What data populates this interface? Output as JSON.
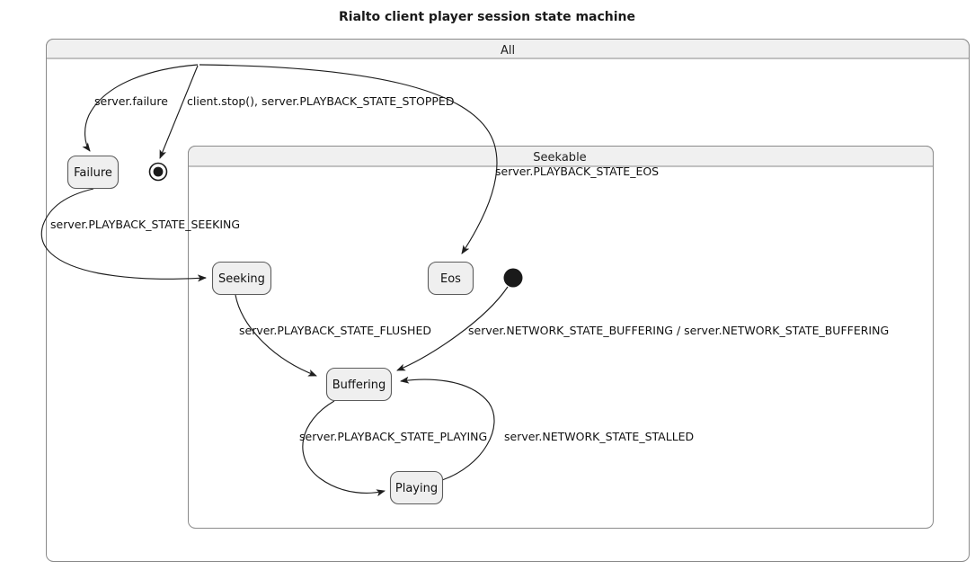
{
  "diagram": {
    "title": "Rialto client player session state machine",
    "type": "state-machine",
    "colors": {
      "state_fill": "#efefef",
      "state_border": "#5c5c5c",
      "frame_header_fill": "#f0f0f0",
      "frame_border": "#8a8a8a",
      "edge": "#1e1e1e",
      "background": "#ffffff"
    },
    "frames": [
      {
        "id": "all",
        "label": "All"
      },
      {
        "id": "seekable",
        "label": "Seekable"
      }
    ],
    "nodes": [
      {
        "id": "initial",
        "label": "",
        "kind": "final-node",
        "parent": "all"
      },
      {
        "id": "failure",
        "label": "Failure",
        "kind": "state",
        "parent": "all"
      },
      {
        "id": "seeking",
        "label": "Seeking",
        "kind": "state",
        "parent": "seekable"
      },
      {
        "id": "eos",
        "label": "Eos",
        "kind": "state",
        "parent": "seekable"
      },
      {
        "id": "start",
        "label": "",
        "kind": "start-node",
        "parent": "seekable"
      },
      {
        "id": "buffering",
        "label": "Buffering",
        "kind": "state",
        "parent": "seekable"
      },
      {
        "id": "playing",
        "label": "Playing",
        "kind": "state",
        "parent": "seekable"
      }
    ],
    "transitions": [
      {
        "id": "t-failure",
        "from": "all",
        "to": "failure",
        "label": "server.failure"
      },
      {
        "id": "t-stopped",
        "from": "all",
        "to": "initial",
        "label": "client.stop(), server.PLAYBACK_STATE_STOPPED"
      },
      {
        "id": "t-eos",
        "from": "all",
        "to": "eos",
        "label": "server.PLAYBACK_STATE_EOS"
      },
      {
        "id": "t-seeking",
        "from": "failure",
        "to": "seeking",
        "label": "server.PLAYBACK_STATE_SEEKING"
      },
      {
        "id": "t-flushed",
        "from": "seeking",
        "to": "buffering",
        "label": "server.PLAYBACK_STATE_FLUSHED"
      },
      {
        "id": "t-buffering",
        "from": "start",
        "to": "buffering",
        "label": "server.NETWORK_STATE_BUFFERING / server.NETWORK_STATE_BUFFERING"
      },
      {
        "id": "t-playing",
        "from": "buffering",
        "to": "playing",
        "label": "server.PLAYBACK_STATE_PLAYING"
      },
      {
        "id": "t-stalled",
        "from": "playing",
        "to": "buffering",
        "label": "server.NETWORK_STATE_STALLED"
      }
    ]
  }
}
